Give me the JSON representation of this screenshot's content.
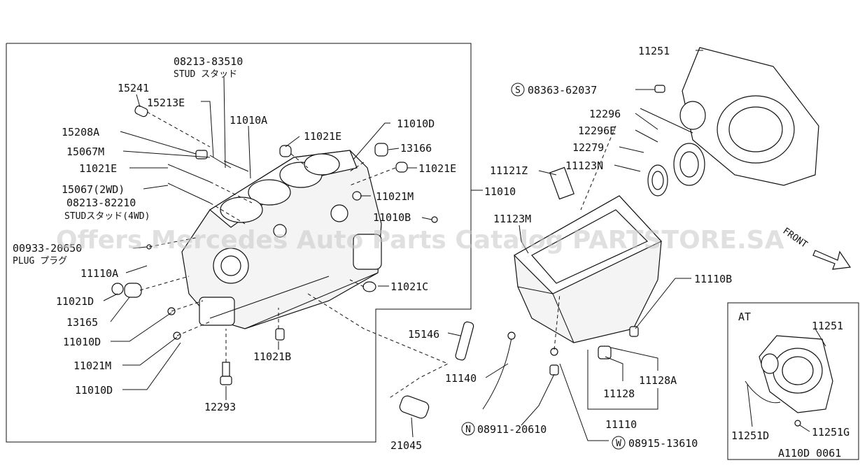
{
  "labels": {
    "p08213_83510": "08213-83510",
    "stud1": "STUD スタッド",
    "p15241": "15241",
    "p15213E": "15213E",
    "p11010A": "11010A",
    "p15208A": "15208A",
    "p11021E_a": "11021E",
    "p11010D_a": "11010D",
    "p15067M": "15067M",
    "p13166": "13166",
    "p11021E_b": "11021E",
    "p11021E_c": "11021E",
    "p15067": "15067(2WD)",
    "p11021M_a": "11021M",
    "p08213_82210": "08213-82210",
    "stud2": "STUDスタッド(4WD)",
    "p11010B": "11010B",
    "p00933": "00933-20650",
    "plug": "PLUG プラグ",
    "p11110A": "11110A",
    "p11021C": "11021C",
    "p11021D": "11021D",
    "p13165": "13165",
    "p11010D_b": "11010D",
    "p11021M_b": "11021M",
    "p11021B": "11021B",
    "p11010D_c": "11010D",
    "p12293": "12293",
    "p11010": "11010",
    "p11251": "11251",
    "p08363": "08363-62037",
    "p12296": "12296",
    "p12296E": "12296E",
    "p12279": "12279",
    "p11121Z": "11121Z",
    "p11123N": "11123N",
    "p11123M": "11123M",
    "p11110B": "11110B",
    "p15146": "15146",
    "p11140": "11140",
    "p11128A": "11128A",
    "p11128": "11128",
    "p11110": "11110",
    "p08911": "08911-20610",
    "p08915": "08915-13610",
    "p21045": "21045",
    "at": "AT",
    "p11251_at": "11251",
    "p11251D": "11251D",
    "p11251G": "11251G",
    "code": "A110D 0061",
    "front": "FRONT",
    "circle_s": "S",
    "circle_n": "N",
    "circle_w": "W",
    "watermark": "Offers Mercedes Auto Parts Catalog PARTSTORE.SA"
  },
  "colors": {
    "line": "#111111",
    "watermark": "#c8c8c8",
    "background": "#ffffff"
  }
}
